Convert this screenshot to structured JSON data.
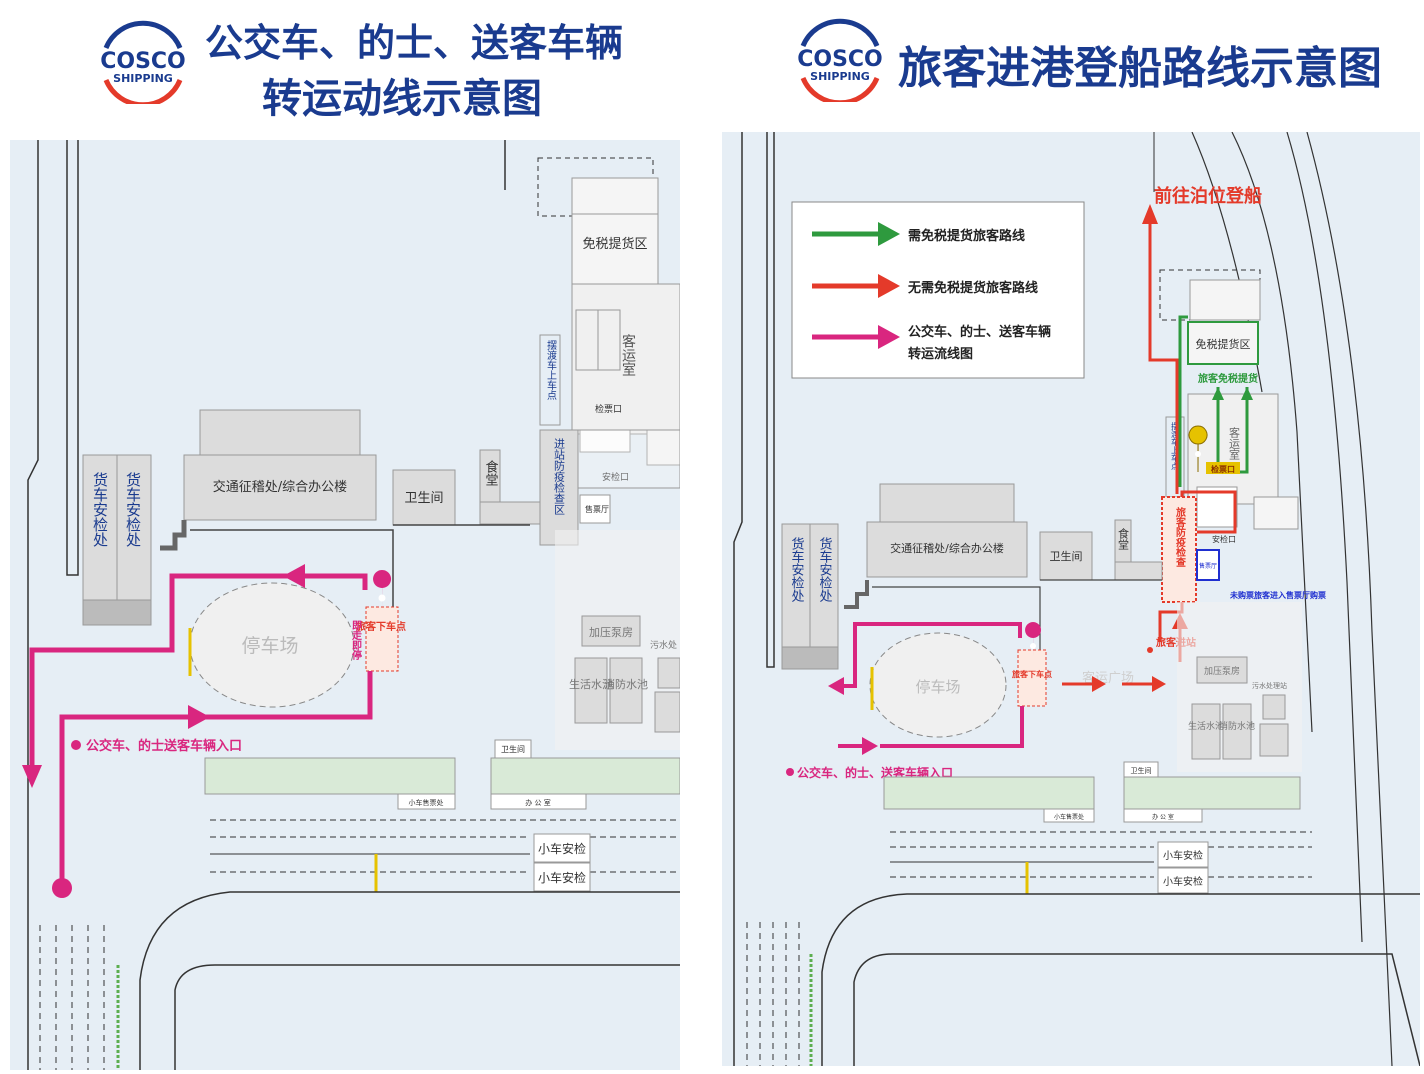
{
  "left": {
    "logo": "COSCO SHIPPING",
    "title_line1": "公交车、的士、送客车辆",
    "title_line2": "转运动线示意图",
    "labels": {
      "duty_free": "免税提货区",
      "waiting_room": "客运室",
      "ferry_stop": "摆渡车上车点",
      "ticket_check": "检票口",
      "security": "安检口",
      "ticket_office": "售票厅",
      "epidemic_check": "进站防疫检查区",
      "canteen": "食堂",
      "toilet": "卫生间",
      "office_building": "交通征稽处/综合办公楼",
      "truck_check1": "货车安检处",
      "truck_check2": "货车安检处",
      "parking": "停车场",
      "drop_sign": "即走即停",
      "passenger_drop": "旅客下车点",
      "pump_room": "加压泵房",
      "sewage": "污水处",
      "life_pool": "生活水池",
      "fire_pool": "消防水池",
      "entrance": "公交车、的士送客车辆入口",
      "toilet2": "卫生间",
      "car_ticket": "小车售票处",
      "office": "办 公 室",
      "car_check1": "小车安检",
      "car_check2": "小车安检"
    }
  },
  "right": {
    "logo": "COSCO SHIPPING",
    "title": "旅客进港登船路线示意图",
    "legend": {
      "green": "需免税提货旅客路线",
      "red": "无需免税提货旅客路线",
      "magenta_line1": "公交车、的士、送客车辆",
      "magenta_line2": "转运流线图"
    },
    "labels": {
      "go_board": "前往泊位登船",
      "duty_free": "免税提货区",
      "duty_free_pickup": "旅客免税提货",
      "waiting_room": "客运室",
      "ferry_stop": "摆渡车上车点",
      "ticket_check": "检票口",
      "security": "安检口",
      "ticket_office": "售票厅",
      "epidemic_check": "旅客防疫检查",
      "no_ticket": "未购票旅客进入售票厅购票",
      "canteen": "食堂",
      "toilet": "卫生间",
      "office_building": "交通征稽处/综合办公楼",
      "truck_check1": "货车安检处",
      "truck_check2": "货车安检处",
      "parking": "停车场",
      "passenger_drop": "旅客下车点",
      "passenger_enter": "旅客进站",
      "plaza": "客运广场",
      "pump_room": "加压泵房",
      "sewage": "污水处理站",
      "life_pool": "生活水池",
      "fire_pool": "消防水池",
      "entrance": "公交车、的士、送客车辆入口",
      "toilet2": "卫生间",
      "car_ticket": "小车售票处",
      "office": "办 公 室",
      "car_check1": "小车安检",
      "car_check2": "小车安检"
    }
  },
  "colors": {
    "navy": "#1a3b8f",
    "green": "#2e9a3e",
    "red": "#e43a2a",
    "magenta": "#d9267f",
    "map_bg": "#e6eef5",
    "building": "#dcdcdc"
  }
}
